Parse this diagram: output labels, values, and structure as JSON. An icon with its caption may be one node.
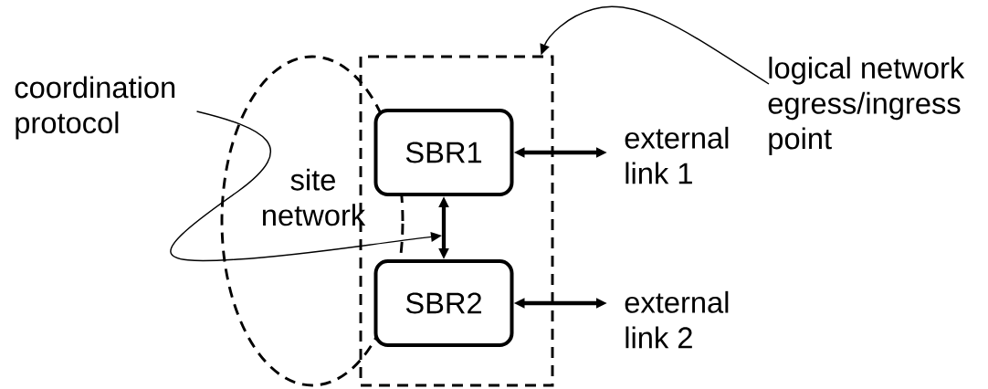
{
  "diagram": {
    "nodes": [
      {
        "text": [
          "site network"
        ]
      },
      {
        "text": [],
        "shape": "box"
      },
      {
        "text": [
          "SBR1"
        ],
        "in": 1
      },
      {
        "text": [
          "SBR2"
        ],
        "in": 1
      },
      {
        "text": [
          "external link 1"
        ]
      },
      {
        "text": [
          "external link 2"
        ]
      },
      {
        "text": [
          "coordination protocol"
        ]
      },
      {
        "text": [
          "logical network egress/ingress point"
        ]
      }
    ],
    "edges": [
      {
        "from": 2,
        "to": 4,
        "arrow": "both"
      },
      {
        "from": 3,
        "to": 5,
        "arrow": "both"
      },
      {
        "from": 2,
        "to": 3,
        "arrow": "both"
      },
      {
        "from": 6,
        "to": null,
        "arrow": "to"
      },
      {
        "from": 7,
        "to": 1,
        "arrow": "to"
      }
    ]
  }
}
